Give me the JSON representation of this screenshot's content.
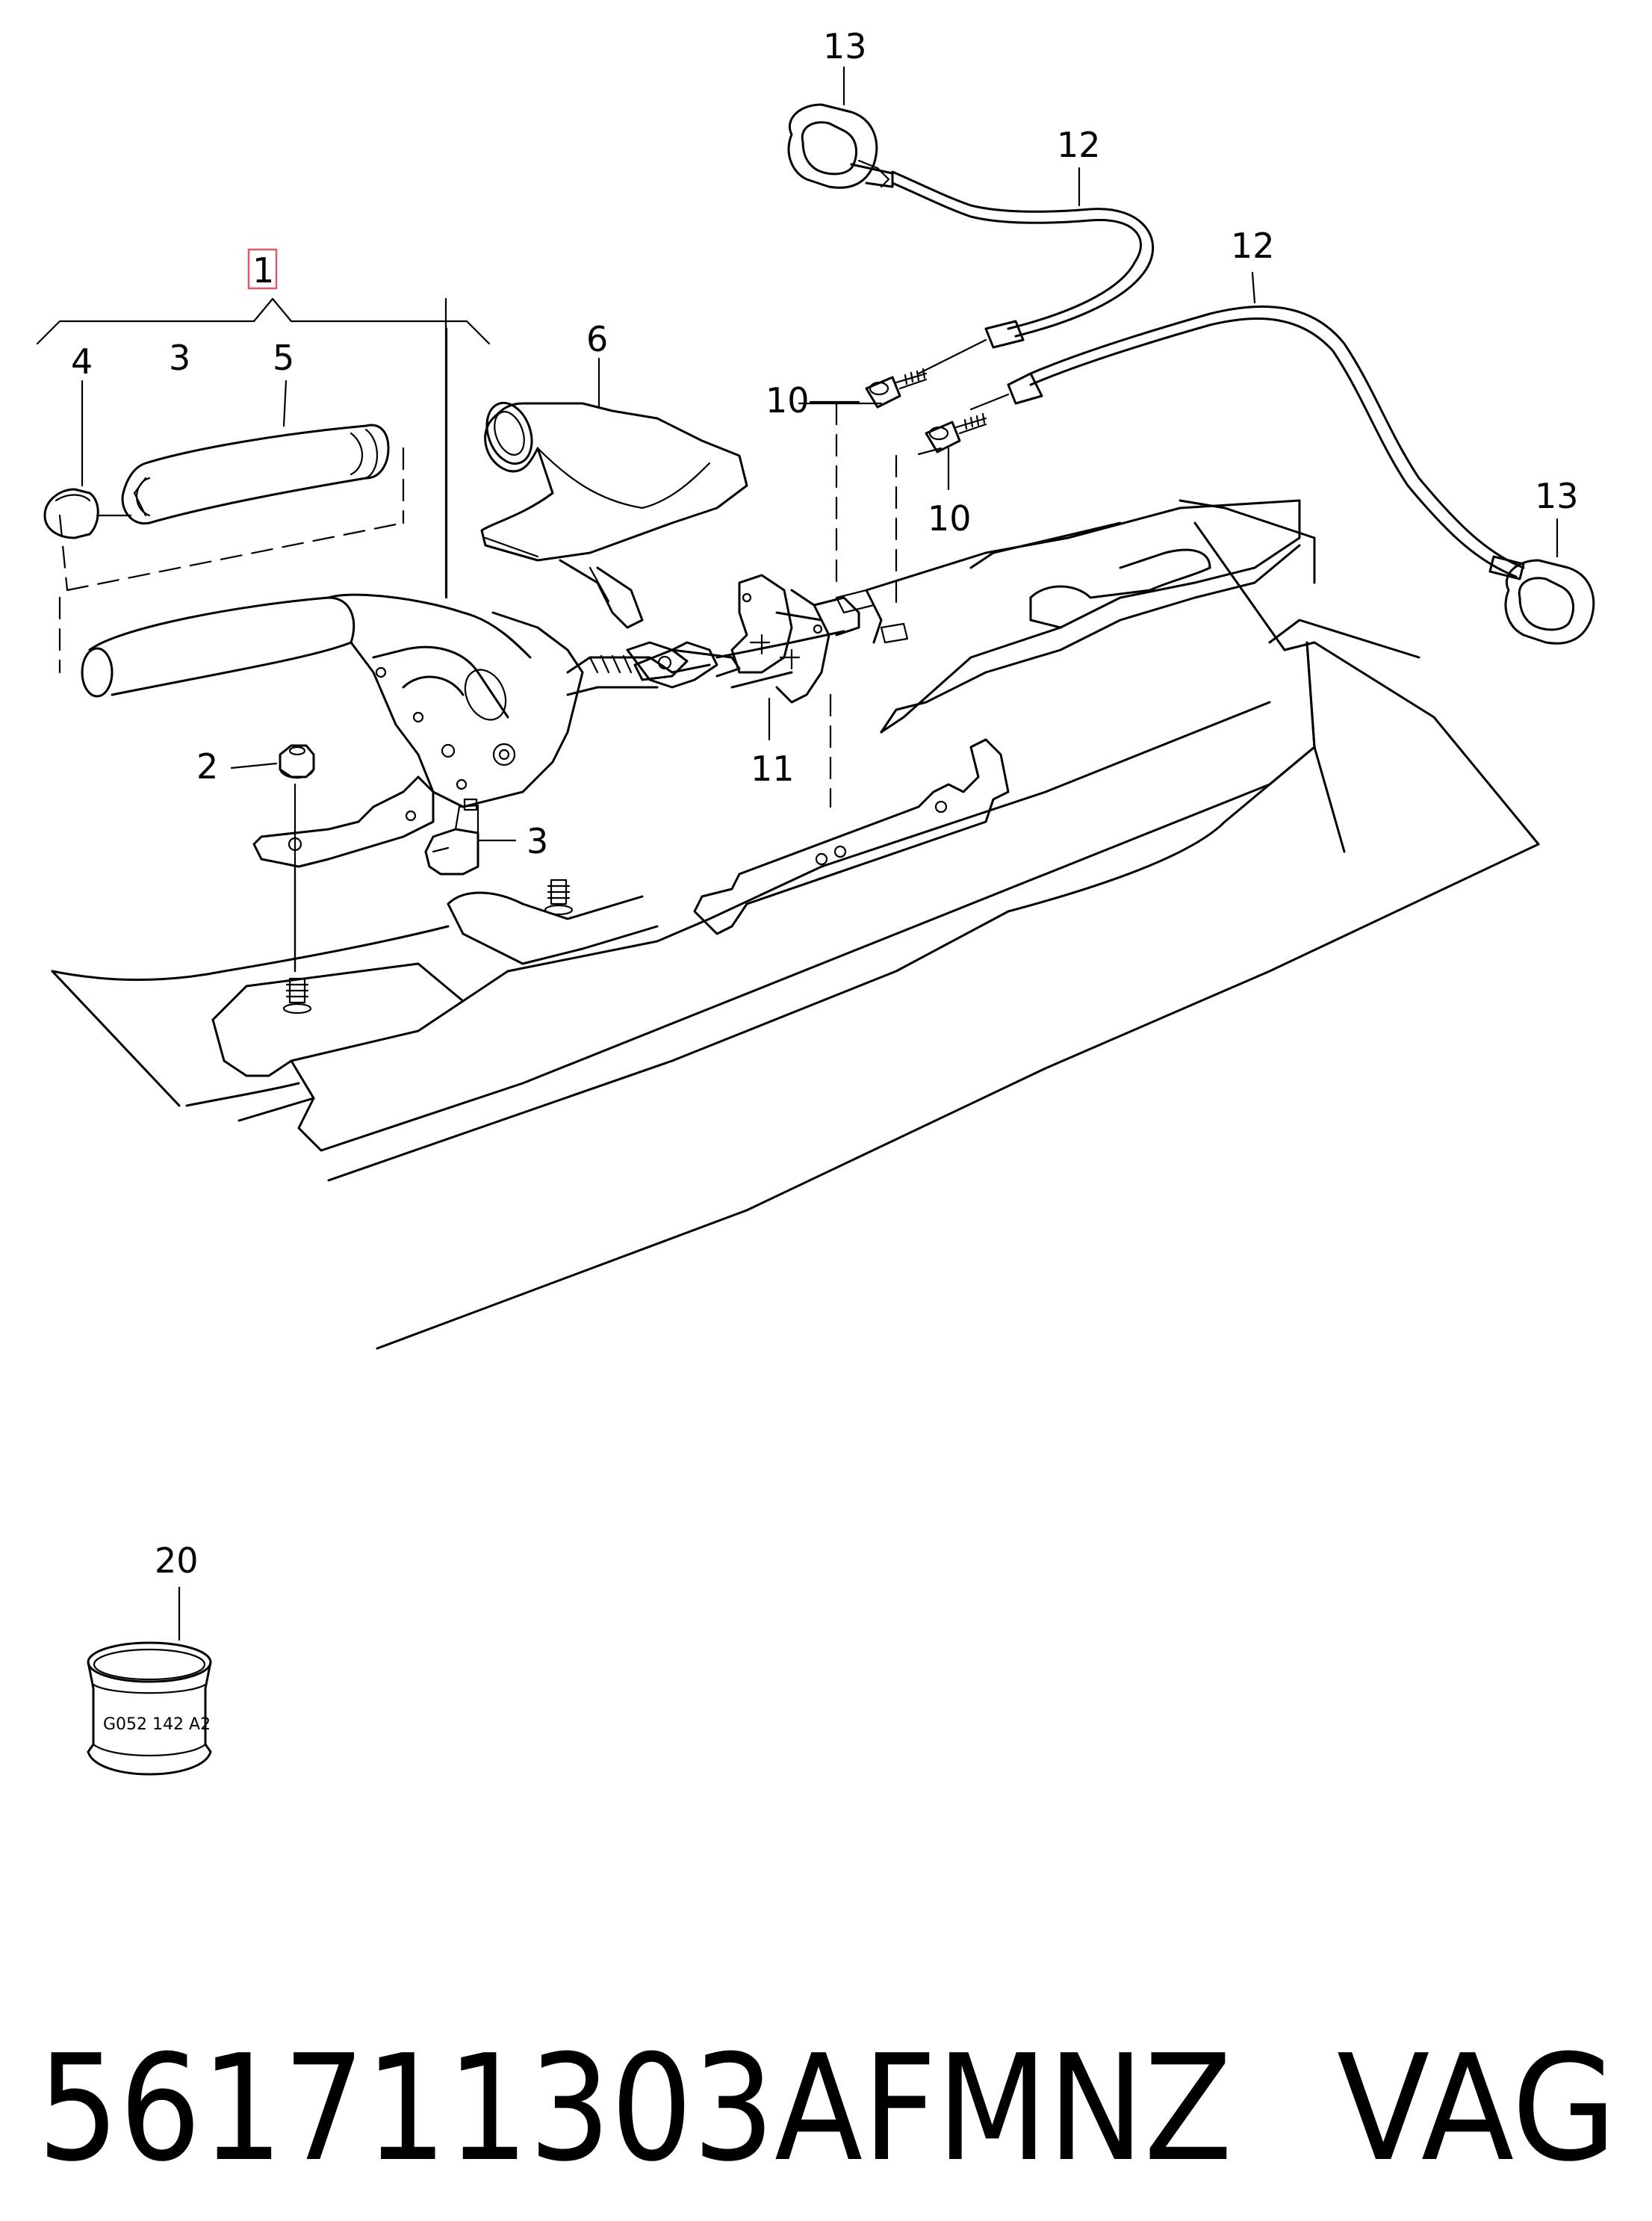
{
  "callouts": {
    "c1": "1",
    "c2": "2",
    "c3a": "3",
    "c3b": "3",
    "c4": "4",
    "c5": "5",
    "c6": "6",
    "c10a": "10",
    "c10b": "10",
    "c11": "11",
    "c12a": "12",
    "c12b": "12",
    "c13a": "13",
    "c13b": "13",
    "c20": "20"
  },
  "can_label": "G052 142 A2",
  "part_number": "561711303AFMNZ",
  "brand": "VAG",
  "highlight_color": "#e05a6a"
}
